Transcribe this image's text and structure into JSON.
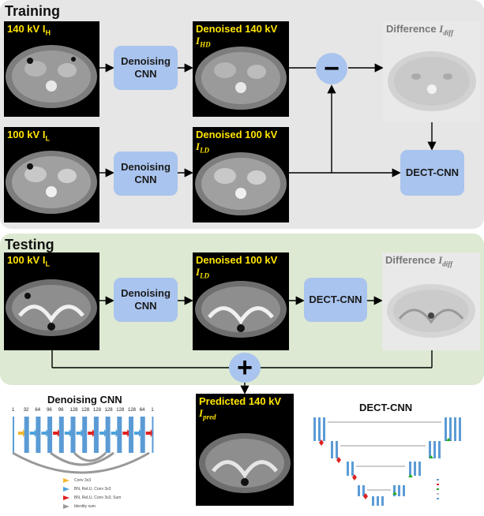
{
  "training": {
    "title": "Training",
    "img_140": {
      "label": "140 kV I",
      "sub": "H"
    },
    "img_100": {
      "label": "100 kV I",
      "sub": "L"
    },
    "denoise_box_1": "Denoising\nCNN",
    "denoise_box_2": "Denoising\nCNN",
    "img_den_140": {
      "label": "Denoised 140 kV",
      "sub": "I",
      "sub2": "HD"
    },
    "img_den_100": {
      "label": "Denoised 100 kV",
      "sub": "I",
      "sub2": "LD"
    },
    "minus_symbol": "−",
    "img_diff": {
      "label": "Difference ",
      "var": "I",
      "sub": "diff"
    },
    "dect_box": "DECT-CNN"
  },
  "testing": {
    "title": "Testing",
    "img_100": {
      "label": "100 kV I",
      "sub": "L"
    },
    "denoise_box": "Denoising\nCNN",
    "img_den_100": {
      "label": "Denoised 100 kV",
      "sub": "I",
      "sub2": "LD"
    },
    "dect_box": "DECT-CNN",
    "img_diff": {
      "label": "Difference ",
      "var": "I",
      "sub": "diff"
    },
    "plus_symbol": "+"
  },
  "predicted": {
    "label": "Predicted 140 kV",
    "var": "I",
    "sub": "pred"
  },
  "denoising_cnn_detail": {
    "title": "Denoising CNN",
    "channels": [
      "1",
      "32",
      "64",
      "96",
      "96",
      "128",
      "128",
      "128",
      "128",
      "128",
      "128",
      "64",
      "1"
    ],
    "legend": [
      {
        "label": "Conv 3x3",
        "color": "#f5b731"
      },
      {
        "label": "BN, ReLU, Conv 3x3",
        "color": "#4da3dd"
      },
      {
        "label": "BN, ReLU, Conv 3x3, Sum",
        "color": "#e02020"
      },
      {
        "label": "Identity sum",
        "color": "#9a9a9a"
      }
    ]
  },
  "dect_cnn_detail": {
    "title": "DECT-CNN"
  },
  "colors": {
    "training_bg": "#e6e6e6",
    "testing_bg": "#dde9d2",
    "box_fill": "#a9c4ee",
    "label_yellow": "#ffe400",
    "layer_blue": "#5b9bd5"
  }
}
